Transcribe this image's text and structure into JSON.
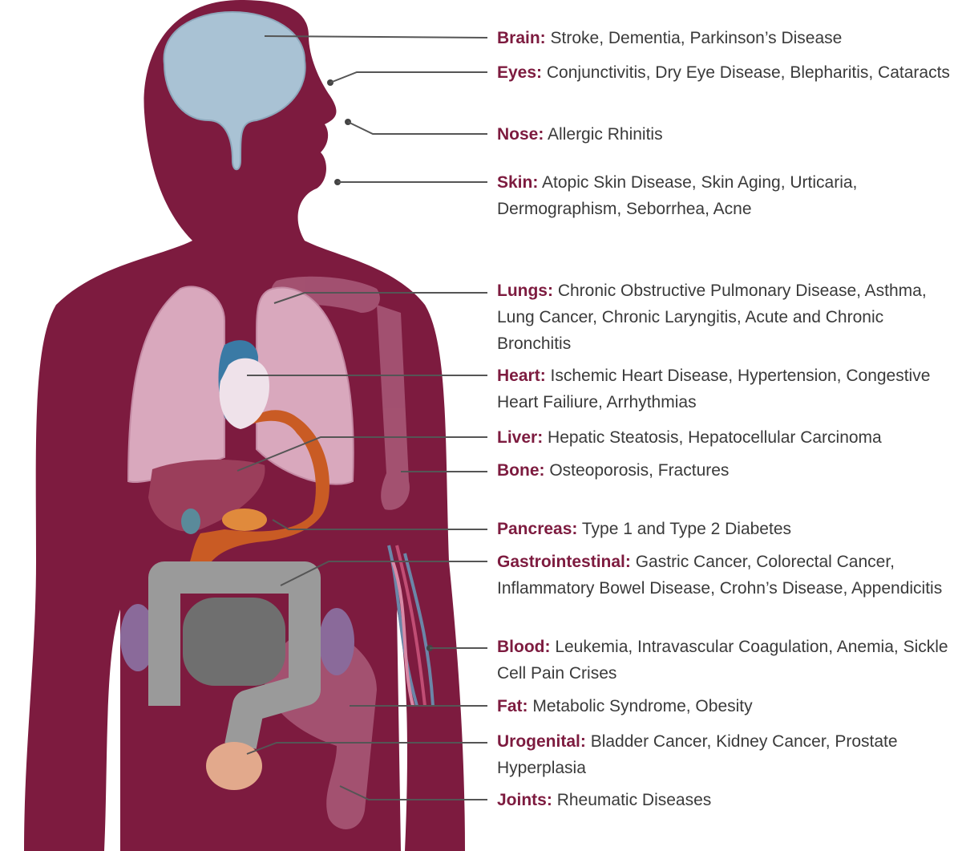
{
  "colors": {
    "body": "#7d1b3f",
    "lung": "#d9a8bd",
    "brain": "#a9c2d4",
    "colon": "#9a9a9a",
    "small_intestine": "#6f6f6f",
    "stomach": "#c95b24",
    "liver": "#9b3e5b",
    "bladder": "#e2a98c",
    "bone": "#b8748e",
    "label_name": "#7d1b3f",
    "label_text": "#3a3a3a"
  },
  "labels": [
    {
      "name": "Brain:",
      "text": "Stroke, Dementia, Parkinson’s Disease"
    },
    {
      "name": "Eyes:",
      "text": "Conjunctivitis, Dry Eye Disease, Blepharitis, Cataracts"
    },
    {
      "name": "Nose:",
      "text": "Allergic Rhinitis"
    },
    {
      "name": "Skin:",
      "text": "Atopic Skin Disease, Skin Aging, Urticaria, Dermographism, Seborrhea, Acne"
    },
    {
      "name": "Lungs:",
      "text": "Chronic Obstructive Pulmonary Disease, Asthma, Lung Cancer, Chronic Laryngitis, Acute and Chronic Bronchitis"
    },
    {
      "name": "Heart:",
      "text": "Ischemic Heart Disease, Hypertension, Congestive Heart Failiure, Arrhythmias"
    },
    {
      "name": "Liver:",
      "text": "Hepatic Steatosis, Hepatocellular Carcinoma"
    },
    {
      "name": "Bone:",
      "text": "Osteoporosis, Fractures"
    },
    {
      "name": "Pancreas:",
      "text": "Type 1 and Type 2 Diabetes"
    },
    {
      "name": "Gastrointestinal:",
      "text": "Gastric Cancer, Colorectal Cancer, Inflammatory Bowel Disease, Crohn’s Disease, Appendicitis"
    },
    {
      "name": "Blood:",
      "text": "Leukemia, Intravascular Coagulation, Anemia, Sickle Cell Pain Crises"
    },
    {
      "name": "Fat:",
      "text": "Metabolic Syndrome, Obesity"
    },
    {
      "name": "Urogenital:",
      "text": "Bladder Cancer, Kidney Cancer, Prostate Hyperplasia"
    },
    {
      "name": "Joints:",
      "text": "Rheumatic Diseases"
    }
  ]
}
